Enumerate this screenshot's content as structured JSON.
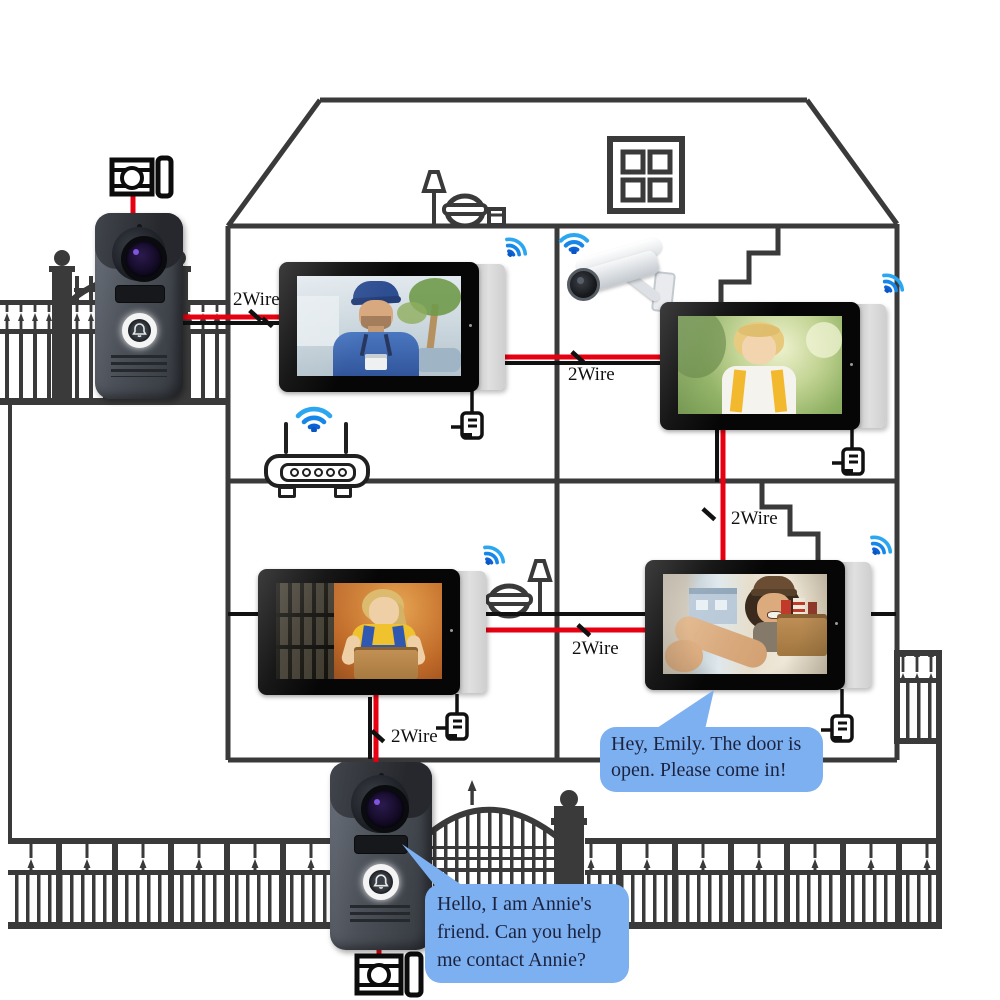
{
  "wire_labels": [
    "2Wire",
    "2Wire",
    "2Wire",
    "2Wire",
    "2Wire"
  ],
  "speech_bubbles": {
    "monitor_reply": {
      "lines": [
        "Hey, Emily. The door is",
        "open. Please come in!"
      ]
    },
    "visitor_request": {
      "lines": [
        "Hello, I am Annie's",
        "friend. Can you help",
        "me contact Annie?"
      ]
    }
  },
  "icons": {
    "wifi": "wifi-icon",
    "router": "wifi-router-icon",
    "cctv": "bullet-camera-icon",
    "power_plug": "power-plug-icon",
    "door_chime": "door-chime-box-icon",
    "floor_lamp": "floor-lamp-icon",
    "bowl": "bowl-decor-icon",
    "small_box": "box-decor-icon",
    "video_doorbell": "video-doorbell-unit",
    "indoor_monitor": "indoor-monitor-unit",
    "fence": "wrought-iron-fence",
    "gate": "garden-gate",
    "window": "attic-window",
    "stairs": "stairs-outline",
    "bell_button": "bell-button-icon"
  },
  "colors": {
    "wire_red": "#e60012",
    "wire_black": "#111111",
    "wall_gray": "#3a3a3a",
    "wifi_blue": "#1e8ff0",
    "bubble_fill": "#7cb0f0",
    "bubble_text": "#1c2340",
    "label_text": "#101010"
  }
}
